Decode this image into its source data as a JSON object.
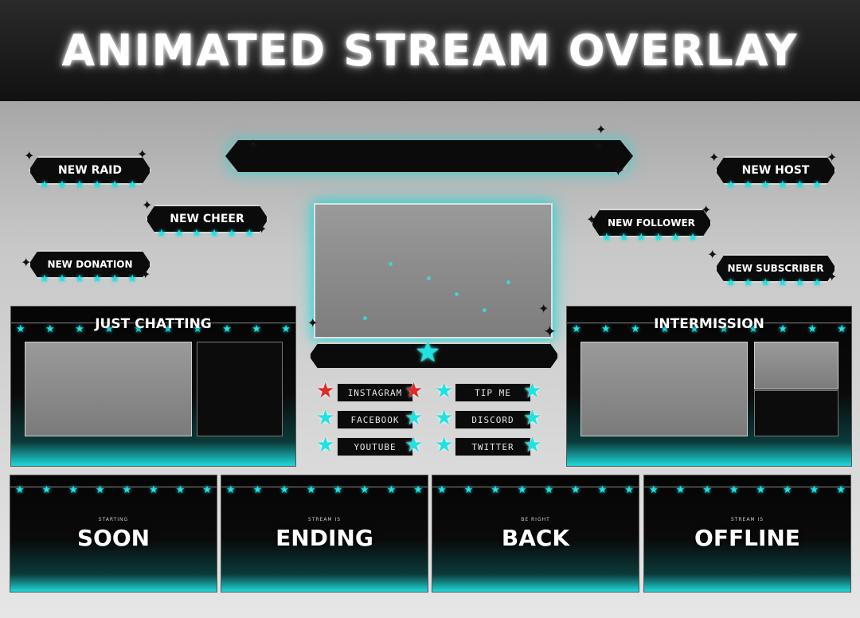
{
  "header": {
    "title": "ANIMATED STREAM OVERLAY"
  },
  "colors": {
    "accent": "#1fd8d8",
    "star_red": "#e02a2a",
    "panel": "#0b0b0b"
  },
  "alerts": {
    "new_raid": "NEW RAID",
    "new_cheer": "NEW CHEER",
    "new_donation": "NEW DONATION",
    "new_host": "NEW HOST",
    "new_follower": "NEW FOLLOWER",
    "new_subscriber": "NEW SUBSCRIBER"
  },
  "socials": {
    "instagram": "INSTAGRAM",
    "facebook": "FACEBOOK",
    "youtube": "YOUTUBE",
    "tip_me": "TIP ME",
    "discord": "DISCORD",
    "twitter": "TWITTER"
  },
  "scenes": {
    "just_chatting": "JUST CHATTING",
    "intermission": "INTERMISSION"
  },
  "screens": [
    {
      "small": "STARTING",
      "big": "SOON"
    },
    {
      "small": "STREAM IS",
      "big": "ENDING"
    },
    {
      "small": "BE RIGHT",
      "big": "BACK"
    },
    {
      "small": "STREAM IS",
      "big": "OFFLINE"
    }
  ],
  "icons": {
    "star": "star-icon",
    "sparkle": "sparkle-icon"
  }
}
